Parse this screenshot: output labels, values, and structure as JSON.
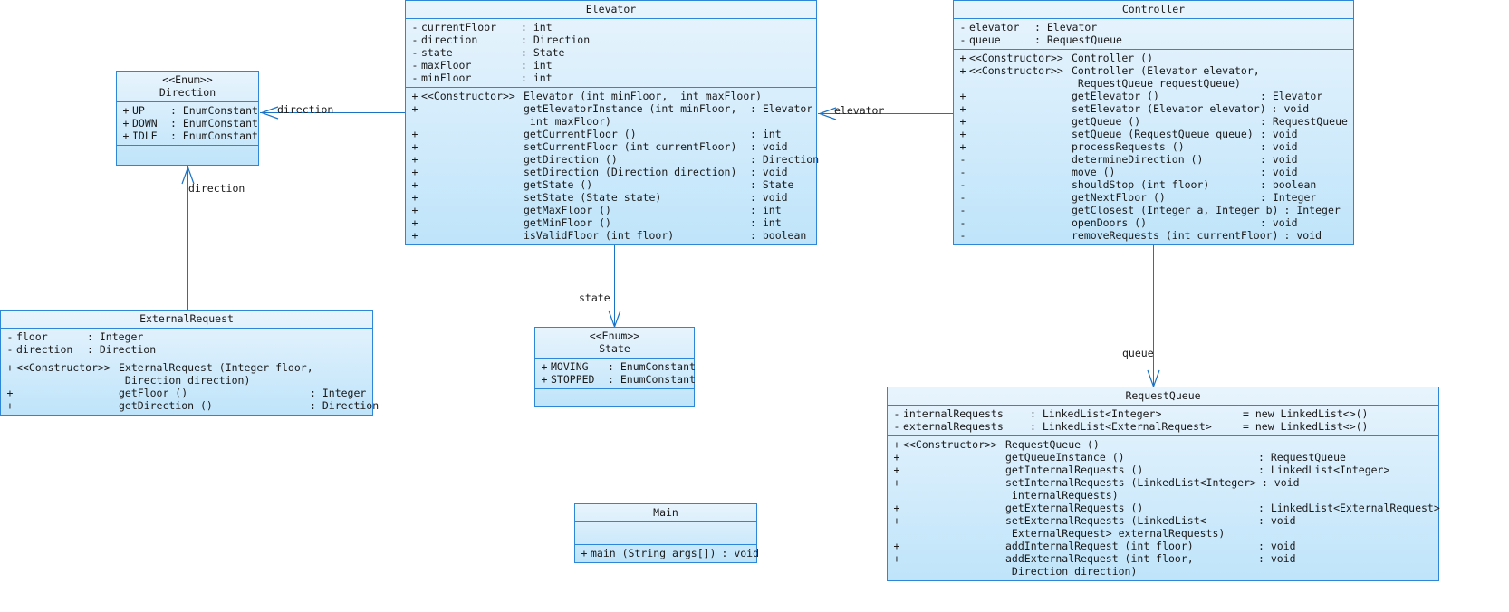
{
  "diagram": {
    "type": "uml-class-diagram",
    "accent_color": "#2e86d8",
    "fill_top": "#e8f4fd",
    "fill_bottom": "#bfe4fa",
    "line_color": "#1a72c4"
  },
  "classes": {
    "elevator": {
      "name": "Elevator",
      "attributes": [
        {
          "vis": "-",
          "name": "currentFloor",
          "type": ": int"
        },
        {
          "vis": "-",
          "name": "direction",
          "type": ": Direction"
        },
        {
          "vis": "-",
          "name": "state",
          "type": ": State"
        },
        {
          "vis": "-",
          "name": "maxFloor",
          "type": ": int"
        },
        {
          "vis": "-",
          "name": "minFloor",
          "type": ": int"
        }
      ],
      "methods": [
        {
          "vis": "+",
          "stereo": "<<Constructor>>",
          "sig": "Elevator (int minFloor,  int maxFloor)",
          "ret": ""
        },
        {
          "vis": "+",
          "stereo": "",
          "sig": "getElevatorInstance (int minFloor,",
          "ret": ": Elevator"
        },
        {
          "vis": "",
          "stereo": "",
          "sig": " int maxFloor)",
          "ret": ""
        },
        {
          "vis": "+",
          "stereo": "",
          "sig": "getCurrentFloor ()",
          "ret": ": int"
        },
        {
          "vis": "+",
          "stereo": "",
          "sig": "setCurrentFloor (int currentFloor)",
          "ret": ": void"
        },
        {
          "vis": "+",
          "stereo": "",
          "sig": "getDirection ()",
          "ret": ": Direction"
        },
        {
          "vis": "+",
          "stereo": "",
          "sig": "setDirection (Direction direction)",
          "ret": ": void"
        },
        {
          "vis": "+",
          "stereo": "",
          "sig": "getState ()",
          "ret": ": State"
        },
        {
          "vis": "+",
          "stereo": "",
          "sig": "setState (State state)",
          "ret": ": void"
        },
        {
          "vis": "+",
          "stereo": "",
          "sig": "getMaxFloor ()",
          "ret": ": int"
        },
        {
          "vis": "+",
          "stereo": "",
          "sig": "getMinFloor ()",
          "ret": ": int"
        },
        {
          "vis": "+",
          "stereo": "",
          "sig": "isValidFloor (int floor)",
          "ret": ": boolean"
        }
      ]
    },
    "controller": {
      "name": "Controller",
      "attributes": [
        {
          "vis": "-",
          "name": "elevator",
          "type": ": Elevator"
        },
        {
          "vis": "-",
          "name": "queue",
          "type": ": RequestQueue"
        }
      ],
      "methods": [
        {
          "vis": "+",
          "stereo": "<<Constructor>>",
          "sig": "Controller ()",
          "ret": ""
        },
        {
          "vis": "+",
          "stereo": "<<Constructor>>",
          "sig": "Controller (Elevator elevator,",
          "ret": ""
        },
        {
          "vis": "",
          "stereo": "",
          "sig": " RequestQueue requestQueue)",
          "ret": ""
        },
        {
          "vis": "+",
          "stereo": "",
          "sig": "getElevator ()",
          "ret": ": Elevator"
        },
        {
          "vis": "+",
          "stereo": "",
          "sig": "setElevator (Elevator elevator)",
          "ret": ": void"
        },
        {
          "vis": "+",
          "stereo": "",
          "sig": "getQueue ()",
          "ret": ": RequestQueue"
        },
        {
          "vis": "+",
          "stereo": "",
          "sig": "setQueue (RequestQueue queue)",
          "ret": ": void"
        },
        {
          "vis": "+",
          "stereo": "",
          "sig": "processRequests ()",
          "ret": ": void"
        },
        {
          "vis": "-",
          "stereo": "",
          "sig": "determineDirection ()",
          "ret": ": void"
        },
        {
          "vis": "-",
          "stereo": "",
          "sig": "move ()",
          "ret": ": void"
        },
        {
          "vis": "-",
          "stereo": "",
          "sig": "shouldStop (int floor)",
          "ret": ": boolean"
        },
        {
          "vis": "-",
          "stereo": "",
          "sig": "getNextFloor ()",
          "ret": ": Integer"
        },
        {
          "vis": "-",
          "stereo": "",
          "sig": "getClosest (Integer a, Integer b)",
          "ret": ": Integer"
        },
        {
          "vis": "-",
          "stereo": "",
          "sig": "openDoors ()",
          "ret": ": void"
        },
        {
          "vis": "-",
          "stereo": "",
          "sig": "removeRequests (int currentFloor)",
          "ret": ": void"
        }
      ]
    },
    "request_queue": {
      "name": "RequestQueue",
      "attributes": [
        {
          "vis": "-",
          "name": "internalRequests",
          "type": ": LinkedList<Integer>",
          "init": "= new LinkedList<>()"
        },
        {
          "vis": "-",
          "name": "externalRequests",
          "type": ": LinkedList<ExternalRequest>",
          "init": "= new LinkedList<>()"
        }
      ],
      "methods": [
        {
          "vis": "+",
          "stereo": "<<Constructor>>",
          "sig": "RequestQueue ()",
          "ret": ""
        },
        {
          "vis": "+",
          "stereo": "",
          "sig": "getQueueInstance ()",
          "ret": ": RequestQueue"
        },
        {
          "vis": "+",
          "stereo": "",
          "sig": "getInternalRequests ()",
          "ret": ": LinkedList<Integer>"
        },
        {
          "vis": "+",
          "stereo": "",
          "sig": "setInternalRequests (LinkedList<Integer>",
          "ret": ": void"
        },
        {
          "vis": "",
          "stereo": "",
          "sig": " internalRequests)",
          "ret": ""
        },
        {
          "vis": "+",
          "stereo": "",
          "sig": "getExternalRequests ()",
          "ret": ": LinkedList<ExternalRequest>"
        },
        {
          "vis": "+",
          "stereo": "",
          "sig": "setExternalRequests (LinkedList<",
          "ret": ": void"
        },
        {
          "vis": "",
          "stereo": "",
          "sig": " ExternalRequest> externalRequests)",
          "ret": ""
        },
        {
          "vis": "+",
          "stereo": "",
          "sig": "addInternalRequest (int floor)",
          "ret": ": void"
        },
        {
          "vis": "+",
          "stereo": "",
          "sig": "addExternalRequest (int floor,",
          "ret": ": void"
        },
        {
          "vis": "",
          "stereo": "",
          "sig": " Direction direction)",
          "ret": ""
        }
      ]
    },
    "external_request": {
      "name": "ExternalRequest",
      "attributes": [
        {
          "vis": "-",
          "name": "floor",
          "type": ": Integer"
        },
        {
          "vis": "-",
          "name": "direction",
          "type": ": Direction"
        }
      ],
      "methods": [
        {
          "vis": "+",
          "stereo": "<<Constructor>>",
          "sig": "ExternalRequest (Integer floor,",
          "ret": ""
        },
        {
          "vis": "",
          "stereo": "",
          "sig": " Direction direction)",
          "ret": ""
        },
        {
          "vis": "+",
          "stereo": "",
          "sig": "getFloor ()",
          "ret": ": Integer"
        },
        {
          "vis": "+",
          "stereo": "",
          "sig": "getDirection ()",
          "ret": ": Direction"
        }
      ]
    },
    "direction_enum": {
      "stereotype": "<<Enum>>",
      "name": "Direction",
      "constants": [
        {
          "vis": "+",
          "name": "UP",
          "type": ": EnumConstant"
        },
        {
          "vis": "+",
          "name": "DOWN",
          "type": ": EnumConstant"
        },
        {
          "vis": "+",
          "name": "IDLE",
          "type": ": EnumConstant"
        }
      ]
    },
    "state_enum": {
      "stereotype": "<<Enum>>",
      "name": "State",
      "constants": [
        {
          "vis": "+",
          "name": "MOVING",
          "type": ": EnumConstant"
        },
        {
          "vis": "+",
          "name": "STOPPED",
          "type": ": EnumConstant"
        }
      ]
    },
    "main": {
      "name": "Main",
      "methods": [
        {
          "vis": "+",
          "stereo": "",
          "sig": "main (String args[])",
          "ret": ": void"
        }
      ]
    }
  },
  "edges": {
    "elevator_direction": {
      "label": "direction"
    },
    "external_direction": {
      "label": "direction"
    },
    "elevator_state": {
      "label": "state"
    },
    "controller_elevator": {
      "label": "elevator"
    },
    "controller_queue": {
      "label": "queue"
    }
  }
}
